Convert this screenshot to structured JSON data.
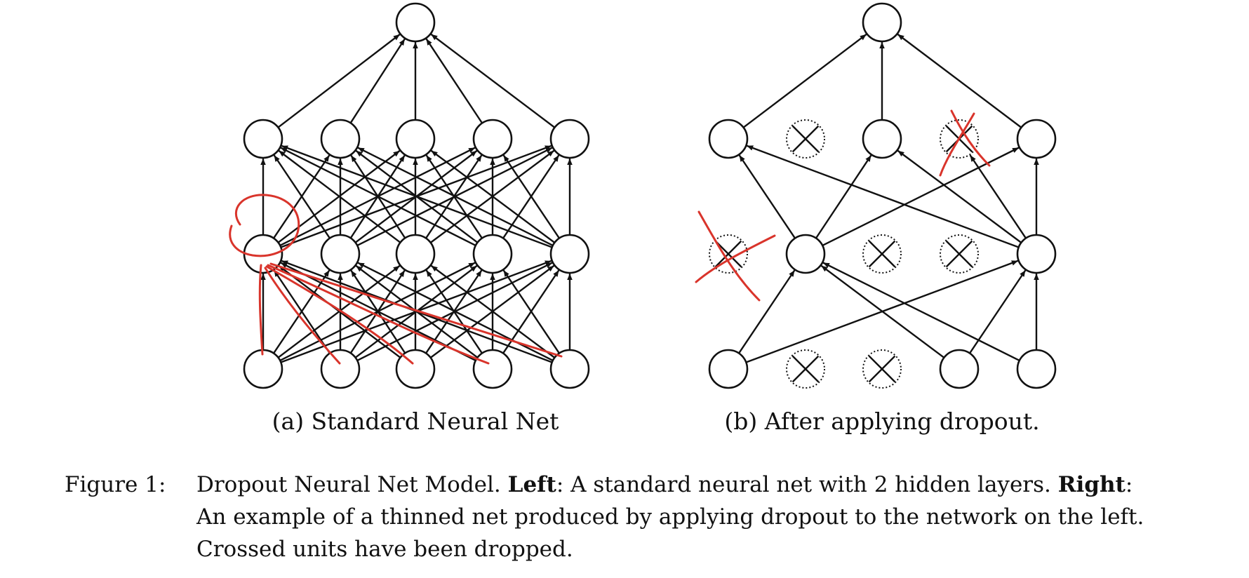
{
  "subfigures": {
    "a_caption": "(a) Standard Neural Net",
    "b_caption": "(b) After applying dropout."
  },
  "caption": {
    "label": "Figure 1:",
    "intro": "Dropout Neural Net Model.",
    "left_label": "Left",
    "left_text": ": A standard neural net with 2 hidden layers.",
    "right_label": "Right",
    "right_colon": ":",
    "line2": "An example of a thinned net produced by applying dropout to the network on the left.",
    "line3": "Crossed units have been dropped."
  },
  "colors": {
    "ink": "#111111",
    "annotation_red": "#d9342b"
  }
}
